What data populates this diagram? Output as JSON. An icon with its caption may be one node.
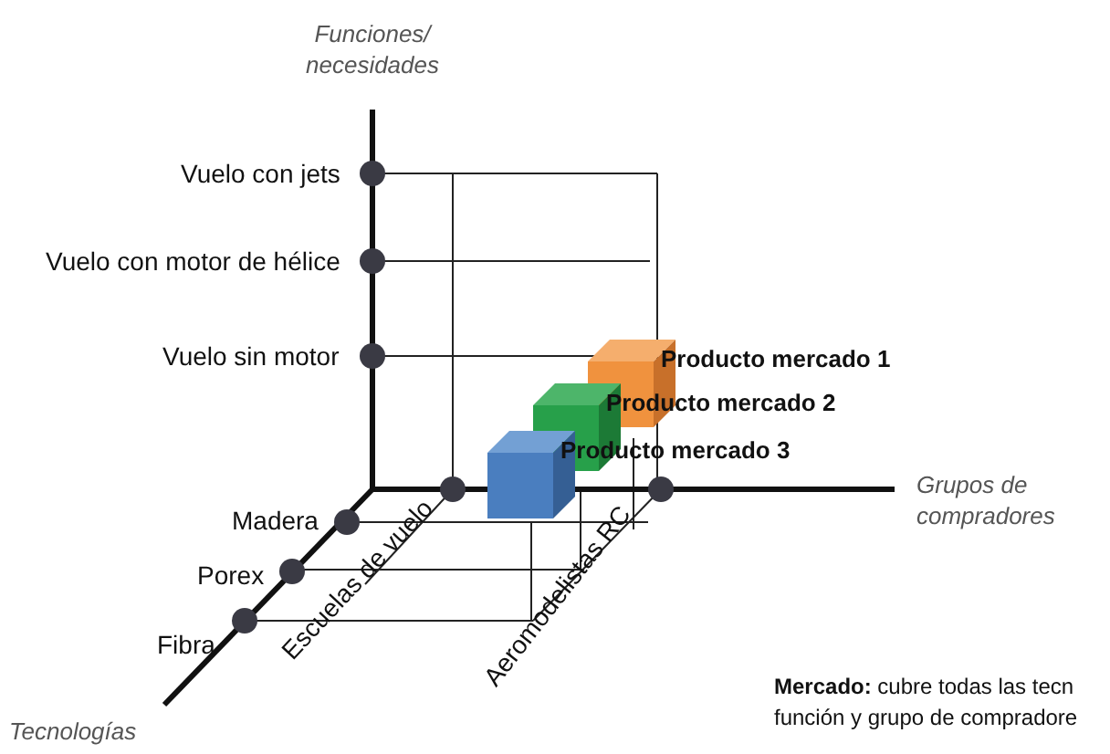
{
  "diagram": {
    "nodes": [
      {
        "text": [
          "Producto mercado 1"
        ]
      },
      {
        "text": [
          "Producto mercado 2"
        ]
      },
      {
        "text": [
          "Producto mercado 3"
        ]
      }
    ],
    "labels": [
      "Funciones/ necesidades",
      "Vuelo con jets",
      "Vuelo con motor de hélice",
      "Vuelo sin motor",
      "Grupos de compradores",
      "Madera",
      "Porex",
      "Fibra",
      "Escuelas de vuelo",
      "Aeromodelistas RC",
      "Tecnologías",
      "**Mercado:** cubre todas las tecn función y grupo de compradore"
    ]
  }
}
